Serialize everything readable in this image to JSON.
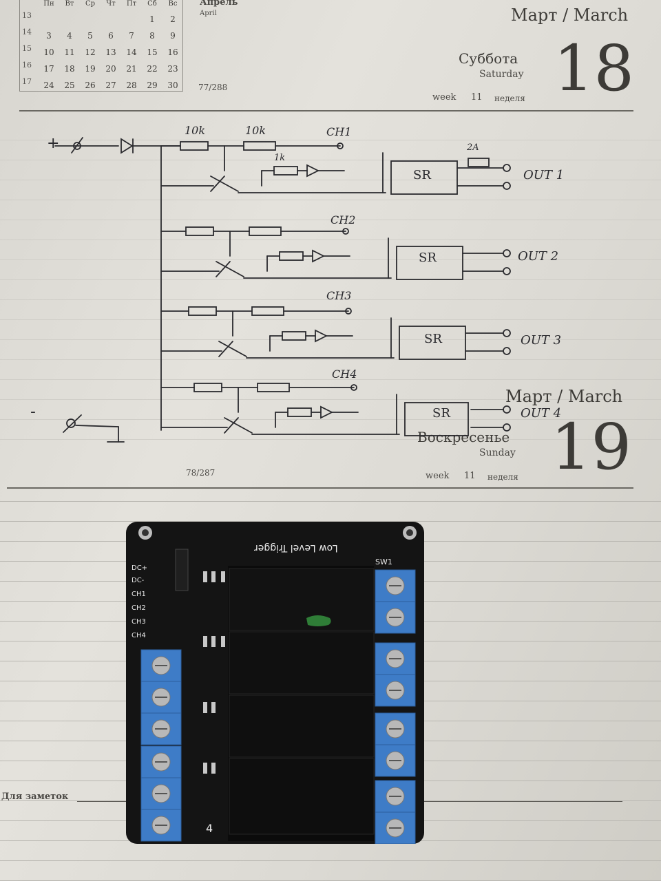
{
  "calendar": {
    "month_label": "Апрель",
    "month_label_en": "April",
    "weekday_headers": [
      "Пн",
      "Вт",
      "Ср",
      "Чт",
      "Пт",
      "Сб",
      "Вс"
    ],
    "week_numbers": [
      "13",
      "14",
      "15",
      "16",
      "17"
    ],
    "rows": [
      [
        "",
        "",
        "",
        "",
        "",
        "1",
        "2"
      ],
      [
        "3",
        "4",
        "5",
        "6",
        "7",
        "8",
        "9"
      ],
      [
        "10",
        "11",
        "12",
        "13",
        "14",
        "15",
        "16"
      ],
      [
        "17",
        "18",
        "19",
        "20",
        "21",
        "22",
        "23"
      ],
      [
        "24",
        "25",
        "26",
        "27",
        "28",
        "29",
        "30"
      ]
    ]
  },
  "day1": {
    "month": "Март / March",
    "weekday_ru": "Суббота",
    "weekday_en": "Saturday",
    "day_number": "18",
    "week_label_en": "week",
    "week_number": "11",
    "week_label_ru": "неделя",
    "page_counter": "77/288"
  },
  "day2": {
    "month": "Март / March",
    "weekday_ru": "Воскресенье",
    "weekday_en": "Sunday",
    "day_number": "19",
    "week_label_en": "week",
    "week_number": "11",
    "week_label_ru": "неделя",
    "page_counter": "78/287"
  },
  "notes_label": "Для заметок",
  "schematic": {
    "plus_terminal": "+",
    "minus_terminal": "-",
    "resistor_1": "10k",
    "resistor_2": "10k",
    "resistor_led": "1k",
    "fuse_label": "2A",
    "channels": [
      "CH1",
      "CH2",
      "CH3",
      "CH4"
    ],
    "ssr_label": "SR",
    "outputs": [
      "OUT 1",
      "OUT 2",
      "OUT 3",
      "OUT 4"
    ]
  },
  "board": {
    "silkscreen_title": "Low Level Trigger",
    "switch_label": "SW1",
    "header_pins": [
      "DC+",
      "DC-",
      "CH1",
      "CH2",
      "CH3",
      "CH4"
    ],
    "channel_count_label": "4",
    "colors": {
      "pcb": "#151515",
      "terminal": "#3e7cc7",
      "relay": "#0d0d0d"
    }
  },
  "colors": {
    "paper": "#dedcd6",
    "ink": "#2a2a2e",
    "rule": "#6a6862"
  }
}
